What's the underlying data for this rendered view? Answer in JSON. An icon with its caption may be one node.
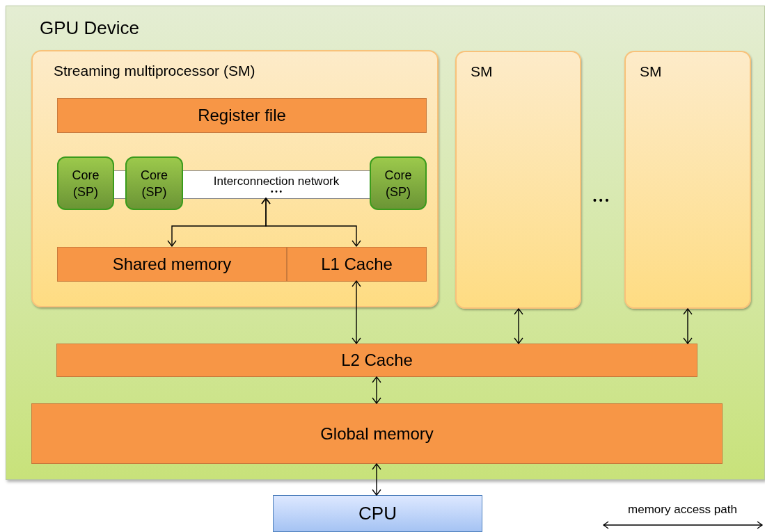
{
  "diagram": {
    "nodes": [
      {
        "text": [
          "GPU Device"
        ]
      },
      {
        "text": [
          "Streaming multiprocessor (SM)"
        ],
        "in": 0
      },
      {
        "text": [
          "Register file"
        ],
        "in": 1
      },
      {
        "text": [
          "Interconnection network",
          "• • •"
        ],
        "in": 1
      },
      {
        "text": [
          "Core (SP)"
        ],
        "in": 1
      },
      {
        "text": [
          "Core (SP)"
        ],
        "in": 1
      },
      {
        "text": [
          "Core (SP)"
        ],
        "in": 1
      },
      {
        "text": [
          "Shared memory"
        ],
        "in": 1
      },
      {
        "text": [
          "L1 Cache"
        ],
        "in": 1
      },
      {
        "text": [
          "SM"
        ],
        "in": 0
      },
      {
        "text": [
          "SM"
        ],
        "in": 0
      },
      {
        "text": [
          "L2 Cache"
        ],
        "in": 0
      },
      {
        "text": [
          "Global memory"
        ],
        "in": 0
      },
      {
        "text": [
          "CPU"
        ]
      }
    ],
    "edges": [
      {
        "from": 3,
        "to": 7,
        "arrow": "both"
      },
      {
        "from": 3,
        "to": 8,
        "arrow": "both"
      },
      {
        "from": 8,
        "to": 11,
        "arrow": "both"
      },
      {
        "from": 9,
        "to": 11,
        "arrow": "both"
      },
      {
        "from": 10,
        "to": 11,
        "arrow": "both"
      },
      {
        "from": 11,
        "to": 12,
        "arrow": "both"
      },
      {
        "from": 12,
        "to": 13,
        "arrow": "both"
      }
    ],
    "labels": [
      "• • •"
    ],
    "legend": [
      {
        "text": "memory access path"
      }
    ]
  }
}
